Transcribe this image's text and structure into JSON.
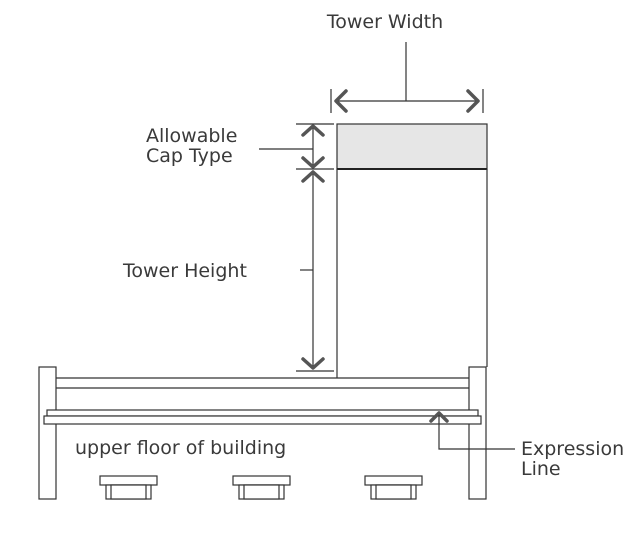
{
  "labels": {
    "tower_width": "Tower Width",
    "allowable_cap_line1": "Allowable",
    "allowable_cap_line2": "Cap Type",
    "tower_height": "Tower Height",
    "upper_floor": "upper floor of building",
    "expression_line1": "Expression",
    "expression_line2": "Line"
  },
  "colors": {
    "stroke": "#333333",
    "arrow": "#555555",
    "cap_fill": "#e6e6e6",
    "background": "#ffffff"
  }
}
